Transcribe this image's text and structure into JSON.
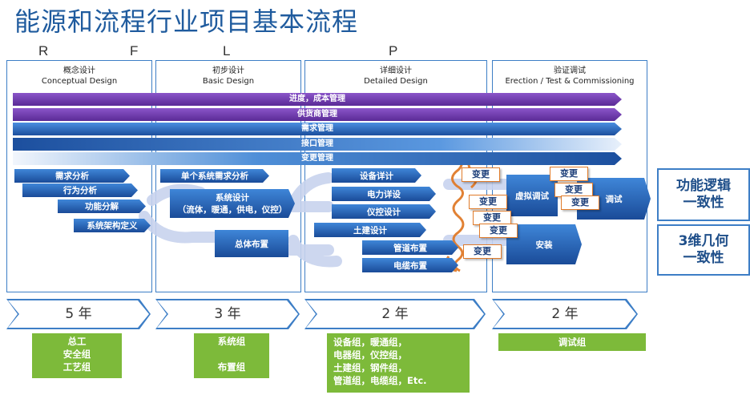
{
  "title": "能源和流程行业项目基本流程",
  "rflp": [
    "R",
    "F",
    "L",
    "P"
  ],
  "phases": [
    {
      "cn": "概念设计",
      "en": "Conceptual Design"
    },
    {
      "cn": "初步设计",
      "en": "Basic Design"
    },
    {
      "cn": "详细设计",
      "en": "Detailed Design"
    },
    {
      "cn": "验证调试",
      "en": "Erection / Test & Commissioning"
    }
  ],
  "bands": [
    "进度，成本管理",
    "供货商管理",
    "需求管理",
    "接口管理",
    "变更管理"
  ],
  "conceptual_steps": [
    "需求分析",
    "行为分析",
    "功能分解",
    "系统架构定义"
  ],
  "basic_steps": {
    "single": "单个系统需求分析",
    "system_line1": "系统设计",
    "system_line2": "（流体，暖通，供电，仪控）",
    "layout": "总体布置"
  },
  "detailed_steps": [
    "设备详计",
    "电力详设",
    "仪控设计",
    "土建设计",
    "管道布置",
    "电缆布置"
  ],
  "commissioning": {
    "virtual": "虚拟调试",
    "debug": "调试",
    "install": "安装"
  },
  "change_label": "变更",
  "results": [
    "功能逻辑\n一致性",
    "3维几何\n一致性"
  ],
  "durations": [
    "5 年",
    "3 年",
    "2 年",
    "2 年"
  ],
  "teams": [
    "总工\n安全组\n工艺组",
    "系统组\n\n布置组",
    "设备组，暖通组，\n电器组，仪控组，\n土建组，钢件组，\n管道组，电缆组，Etc.",
    "调试组"
  ],
  "colors": {
    "title": "#1f5b9e",
    "purple": "#6a36ad",
    "blue": "#2a63b8",
    "orange": "#e07b2a",
    "green": "#7dba3a"
  }
}
